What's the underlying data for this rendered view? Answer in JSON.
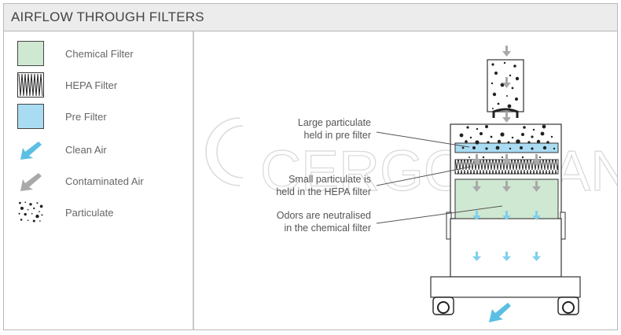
{
  "title": "AIRFLOW THROUGH FILTERS",
  "legend": {
    "chemical": "Chemical Filter",
    "hepa": "HEPA Filter",
    "pre": "Pre Filter",
    "clean": "Clean Air",
    "contaminated": "Contaminated Air",
    "particulate": "Particulate"
  },
  "callouts": {
    "pre_line1": "Large particulate",
    "pre_line2": "held in pre filter",
    "hepa_line1": "Small particulate is",
    "hepa_line2": "held in the HEPA filter",
    "chem_line1": "Odors are neutralised",
    "chem_line2": "in the chemical filter"
  },
  "watermark": "CERGO PLAN",
  "colors": {
    "chemical": "#cfe8d2",
    "pre": "#a9dcf3",
    "clean_arrow": "#5bbfe4",
    "contaminated_arrow": "#a9a9a9"
  },
  "icons": {
    "clean": "clean-air-arrow-icon",
    "contaminated": "contaminated-air-arrow-icon",
    "particulate": "particulate-dots-icon"
  }
}
